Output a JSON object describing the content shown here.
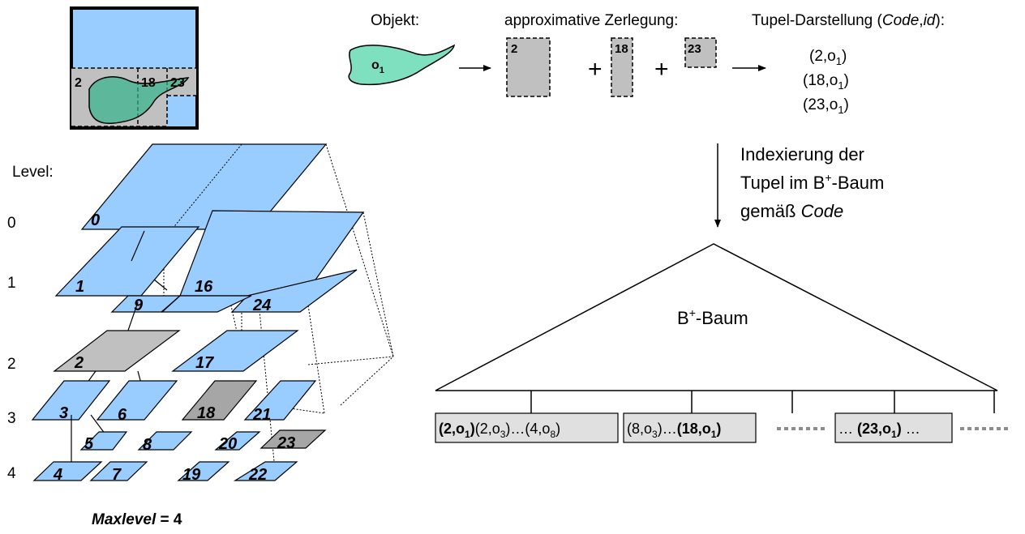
{
  "colors": {
    "cell_blue": "#99ccff",
    "cell_gray": "#c0c0c0",
    "cell_darkgray": "#a6a6a6",
    "object_fill": "#7fe0c0",
    "leaf_box": "#e0e0e0"
  },
  "header": {
    "objekt_label": "Objekt:",
    "zerlegung_label": "approximative Zerlegung:",
    "tupel_label_prefix": "Tupel-Darstellung (",
    "tupel_label_code": "Code",
    "tupel_label_comma": ",",
    "tupel_label_id": "id",
    "tupel_label_suffix": "):"
  },
  "object": {
    "label": "o",
    "label_sub": "1"
  },
  "decomposition": {
    "parts": [
      "2",
      "18",
      "23"
    ],
    "plus": "+"
  },
  "tuples": [
    {
      "pre": "(2,o",
      "sub": "1",
      "post": ")"
    },
    {
      "pre": "(18,o",
      "sub": "1",
      "post": ")"
    },
    {
      "pre": "(23,o",
      "sub": "1",
      "post": ")"
    }
  ],
  "thumbnail": {
    "cells": [
      "2",
      "18",
      "23"
    ]
  },
  "indexing_note": {
    "line1": "Indexierung der",
    "line2_pre": "Tupel im B",
    "line2_sup": "+",
    "line2_post": "-Baum",
    "line3_pre": "gemäß ",
    "line3_it": "Code"
  },
  "tree": {
    "label_pre": "B",
    "label_sup": "+",
    "label_post": "-Baum"
  },
  "leaf_nodes": [
    {
      "parts": [
        {
          "t": "(2,o",
          "b": true
        },
        {
          "t": "1",
          "b": true,
          "sub": true
        },
        {
          "t": ")",
          "b": true
        },
        {
          "t": "(2,o"
        },
        {
          "t": "3",
          "sub": true
        },
        {
          "t": ")…(4,o"
        },
        {
          "t": "8",
          "sub": true
        },
        {
          "t": ")"
        }
      ]
    },
    {
      "parts": [
        {
          "t": "(8,o"
        },
        {
          "t": "3",
          "sub": true
        },
        {
          "t": ")…"
        },
        {
          "t": "(18,o",
          "b": true
        },
        {
          "t": "1",
          "b": true,
          "sub": true
        },
        {
          "t": ")",
          "b": true
        }
      ]
    },
    {
      "parts": [
        {
          "t": "… "
        },
        {
          "t": "(23,o",
          "b": true
        },
        {
          "t": "1",
          "b": true,
          "sub": true
        },
        {
          "t": ")",
          "b": true
        },
        {
          "t": " …"
        }
      ]
    }
  ],
  "levels": {
    "title": "Level:",
    "numbers": [
      "0",
      "1",
      "2",
      "3",
      "4"
    ]
  },
  "cells": {
    "l0": "0",
    "l1": [
      "1",
      "16"
    ],
    "l1b": [
      "9",
      "24"
    ],
    "l2": [
      "2",
      "17"
    ],
    "l3": [
      "3",
      "6",
      "18",
      "21"
    ],
    "l3b": [
      "5",
      "8",
      "20",
      "23"
    ],
    "l4": [
      "4",
      "7",
      "19",
      "22"
    ]
  },
  "maxlevel": {
    "label": "Maxlevel",
    "value": " = 4"
  }
}
